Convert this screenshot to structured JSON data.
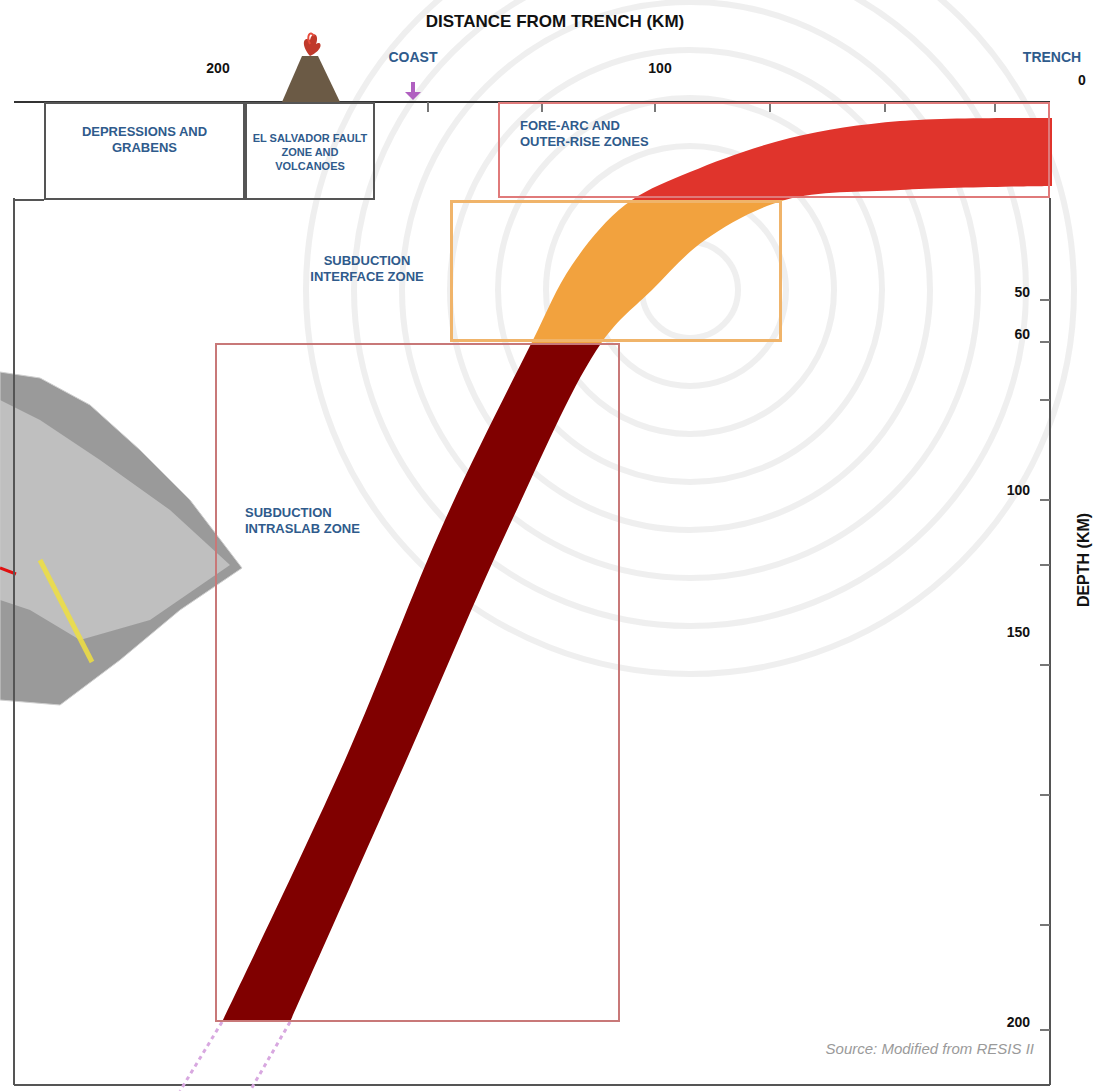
{
  "diagram": {
    "title": "DISTANCE FROM TRENCH (KM)",
    "nodes": [
      {
        "text": [
          "DEPRESSIONS AND GRABENS"
        ]
      },
      {
        "text": [
          "EL SALVADOR FAULT ZONE AND VOLCANOES"
        ]
      },
      {
        "text": [
          "FORE-ARC AND OUTER-RISE ZONES"
        ]
      },
      {
        "text": [
          "SUBDUCTION INTERFACE ZONE"
        ]
      },
      {
        "text": [
          "SUBDUCTION INTRASLAB ZONE"
        ]
      }
    ],
    "labels": [
      "200",
      "COAST",
      "100",
      "TRENCH",
      "0",
      "50",
      "60",
      "100",
      "150",
      "200",
      "DEPTH (KM)",
      "Source: Modified from RESIS II"
    ]
  }
}
